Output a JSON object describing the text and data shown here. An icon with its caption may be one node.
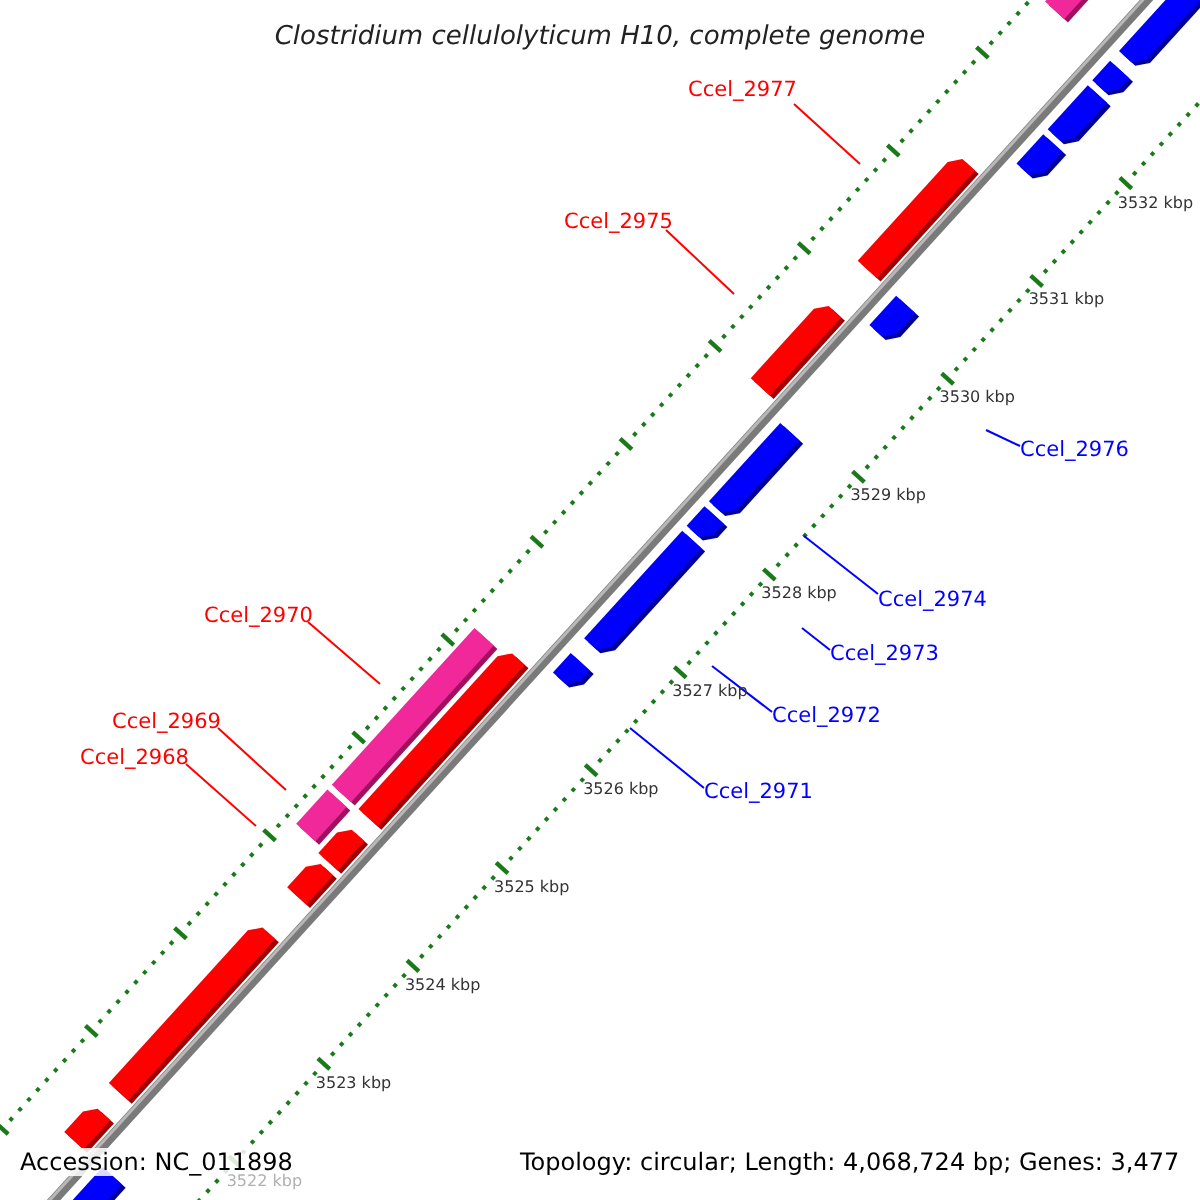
{
  "diagram": {
    "title": "Clostridium cellulolyticum H10, complete genome",
    "nodes": [
      {
        "text": [
          "Ccel_2977"
        ]
      },
      {
        "text": [
          "Ccel_2975"
        ]
      },
      {
        "text": [
          "Ccel_2976"
        ]
      },
      {
        "text": [
          "Ccel_2974"
        ]
      },
      {
        "text": [
          "Ccel_2970"
        ]
      },
      {
        "text": [
          "Ccel_2973"
        ]
      },
      {
        "text": [
          "Ccel_2969"
        ]
      },
      {
        "text": [
          "Ccel_2972"
        ]
      },
      {
        "text": [
          "Ccel_2968"
        ]
      },
      {
        "text": [
          "Ccel_2971"
        ]
      }
    ],
    "edges": [
      {
        "from": 0,
        "to": null,
        "arrow": "none",
        "color": "#ff0000"
      },
      {
        "from": 1,
        "to": null,
        "arrow": "none",
        "color": "#ff0000"
      },
      {
        "from": 2,
        "to": null,
        "arrow": "none",
        "color": "#0000ff"
      },
      {
        "from": 3,
        "to": null,
        "arrow": "none",
        "color": "#0000ff"
      },
      {
        "from": 4,
        "to": null,
        "arrow": "none",
        "color": "#ff0000"
      },
      {
        "from": 5,
        "to": null,
        "arrow": "none",
        "color": "#0000ff"
      },
      {
        "from": 6,
        "to": null,
        "arrow": "none",
        "color": "#ff0000"
      },
      {
        "from": 7,
        "to": null,
        "arrow": "none",
        "color": "#0000ff"
      },
      {
        "from": 8,
        "to": null,
        "arrow": "none",
        "color": "#ff0000"
      },
      {
        "from": 9,
        "to": null,
        "arrow": "none",
        "color": "#0000ff"
      }
    ],
    "labels": [
      "3532 kbp",
      "3531 kbp",
      "3530 kbp",
      "3529 kbp",
      "3528 kbp",
      "3527 kbp",
      "3526 kbp",
      "3525 kbp",
      "3524 kbp",
      "3523 kbp",
      "Accession: NC_011898",
      "Topology: circular; Length: 4,068,724 bp; Genes: 3,477",
      "3522 kbp"
    ]
  }
}
